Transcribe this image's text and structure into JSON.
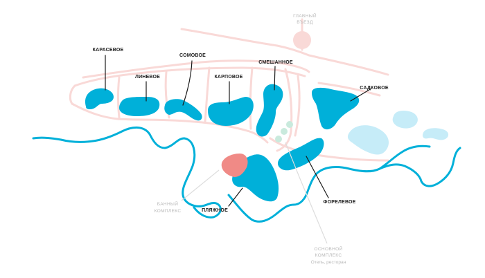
{
  "colors": {
    "water": "#00b0d9",
    "water_light": "#c6ecf8",
    "road": "#f9d9d7",
    "bath": "#f08a86",
    "building": "#c9eadd",
    "leader": "#dddddd",
    "label_dark": "#1b1b1b",
    "label_grey": "#b9b9b9"
  },
  "labels": {
    "entrance": [
      "ГЛАВНЫЙ",
      "ВЪЕЗД"
    ],
    "karasevoe": "КАРАСЕВОЕ",
    "linevoe": "ЛИНЕВОЕ",
    "somovoe": "СОМОВОЕ",
    "karpovoe": "КАРПОВОЕ",
    "smeshannoe": "СМЕШАННОЕ",
    "sadkovoe": "САДКОВОЕ",
    "banny": [
      "БАННЫЙ",
      "КОМПЛЕКС"
    ],
    "plyazhnoe": "ПЛЯЖНОЕ",
    "forelevoe": "ФОРЕЛЕВОЕ",
    "main_complex": [
      "ОСНОВНОЙ",
      "КОМПЛЕКС"
    ],
    "main_complex_sub": "Отель, ресторан"
  }
}
